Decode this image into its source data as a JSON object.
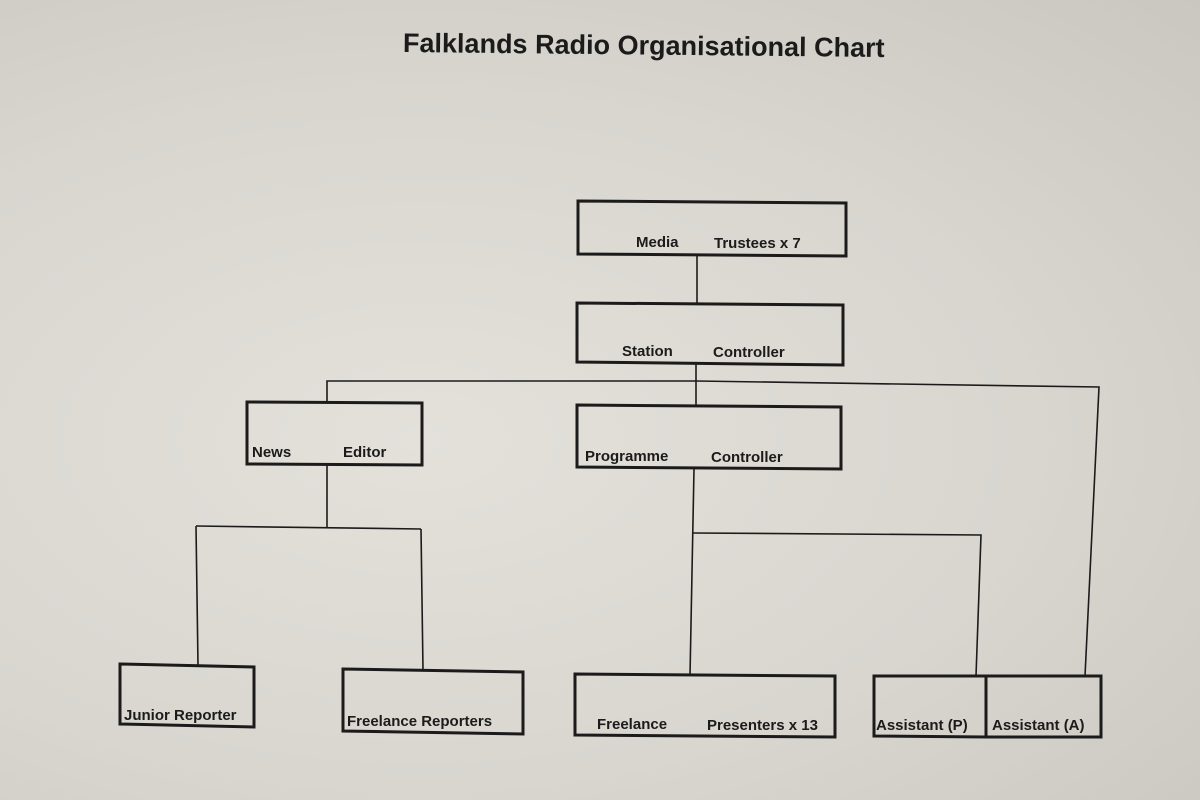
{
  "title": "Falklands Radio Organisational Chart",
  "nodes": {
    "trustees": {
      "word1": "Media",
      "word2": "Trustees x 7"
    },
    "station_controller": {
      "word1": "Station",
      "word2": "Controller"
    },
    "news_editor": {
      "word1": "News",
      "word2": "Editor"
    },
    "programme_controller": {
      "word1": "Programme",
      "word2": "Controller"
    },
    "junior_reporter": {
      "label": "Junior Reporter"
    },
    "freelance_reporters": {
      "label": "Freelance Reporters"
    },
    "freelance_presenters": {
      "word1": "Freelance",
      "word2": "Presenters x 13"
    },
    "assistant_p": {
      "label": "Assistant (P)"
    },
    "assistant_a": {
      "label": "Assistant (A)"
    }
  }
}
